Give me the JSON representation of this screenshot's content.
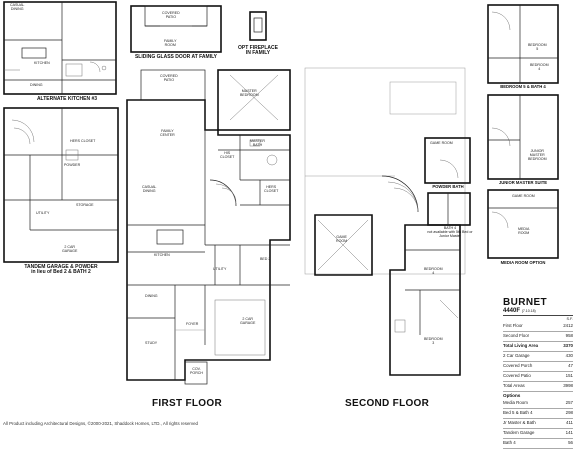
{
  "alt_kitchen": {
    "caption": "ALTERNATE KITCHEN #3",
    "rooms": {
      "dining_top": "CASUAL\nDINING",
      "kitchen": "KITCHEN",
      "dining_bottom": "DINING"
    }
  },
  "sliding_door": {
    "caption": "SLIDING GLASS DOOR AT FAMILY",
    "rooms": {
      "patio": "COVERED\nPATIO",
      "family": "FAMILY\nROOM"
    }
  },
  "fireplace": {
    "caption": "OPT FIREPLACE\nIN FAMILY"
  },
  "tandem": {
    "caption": "TANDEM GARAGE & POWDER\nin lieu of Bed 2 & BATH 2",
    "rooms": {
      "hers_closet": "HERS CLOSET",
      "powder": "POWDER",
      "storage": "STORAGE",
      "utility": "UTILITY",
      "garage": "2 CAR\nGARAGE"
    }
  },
  "first_floor": {
    "title": "FIRST FLOOR",
    "rooms": {
      "covered_patio": "COVERED\nPATIO",
      "master_bedroom": "MASTER\nBEDROOM",
      "family_center": "FAMILY\nCENTER",
      "his_closet": "HIS\nCLOSET",
      "master_bath": "MASTER\nBATH",
      "casual_dining": "CASUAL\nDINING",
      "hers_closet": "HERS\nCLOSET",
      "kitchen": "KITCHEN",
      "utility": "UTILITY",
      "bed2": "BED 2",
      "dining": "DINING",
      "garage": "2 CAR\nGARAGE",
      "study": "STUDY",
      "foyer": "FOYER",
      "porch": "COV.\nPORCH"
    }
  },
  "second_floor": {
    "title": "SECOND FLOOR",
    "rooms": {
      "game_room": "GAME\nROOM",
      "bedroom3": "BEDROOM\n3",
      "bedroom4": "BEDROOM\n4"
    }
  },
  "options": {
    "bedroom5": {
      "caption": "BEDROOM 5 & BATH 4",
      "rooms": {
        "bedroom5": "BEDROOM\n5",
        "bedroom4": "BEDROOM\n4"
      }
    },
    "powder_bath": {
      "caption": "POWDER BATH",
      "rooms": {
        "game_room": "GAME ROOM"
      }
    },
    "junior_suite": {
      "caption": "JUNIOR MASTER SUITE",
      "rooms": {
        "junior_master": "JUNIOR\nMASTER\nBEDROOM"
      }
    },
    "bath4": {
      "caption": "BATH 4\nnot available with 5th Bed or\nJunior Master"
    },
    "media": {
      "caption": "MEDIA ROOM OPTION",
      "rooms": {
        "game_room": "GAME ROOM",
        "media_room": "MEDIA\nROOM"
      }
    }
  },
  "info": {
    "brand": "BURNET",
    "model": "4440F",
    "revision": "(7.10.18)",
    "col_header": "S.F.",
    "areas": [
      {
        "label": "First Floor",
        "value": "2412"
      },
      {
        "label": "Second Floor",
        "value": "958"
      },
      {
        "label": "Total Living Area",
        "value": "3370",
        "bold": true
      },
      {
        "label": "2 Car Garage",
        "value": "430"
      },
      {
        "label": "Covered Porch",
        "value": "47"
      },
      {
        "label": "Covered Patio",
        "value": "151"
      },
      {
        "label": "Total Areas",
        "value": "3998"
      }
    ],
    "options_title": "Options",
    "options": [
      {
        "label": "Media Room",
        "value": "257"
      },
      {
        "label": "Bed 5 & Bath 4",
        "value": "298"
      },
      {
        "label": "Jr Master & Bath",
        "value": "411"
      },
      {
        "label": "Tandem Garage",
        "value": "141"
      },
      {
        "label": "Bath 4",
        "value": "56"
      }
    ]
  },
  "footer": "All Product including Architectural Designs, ©2000-2021, Shaddock Homes, LTD., All rights reserved"
}
